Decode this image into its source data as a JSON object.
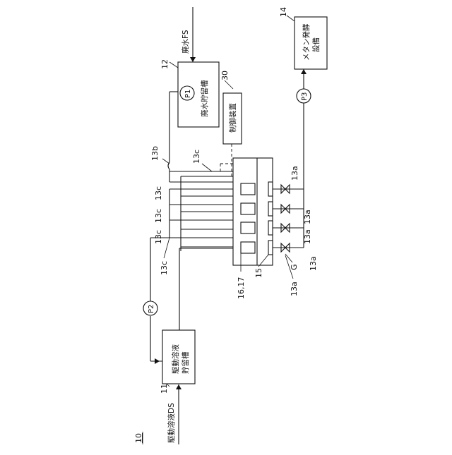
{
  "figure": {
    "system_ref": "10",
    "labels": {
      "ref_11": "11",
      "ref_12": "12",
      "ref_13a_1": "13a",
      "ref_13a_2": "13a",
      "ref_13a_3": "13a",
      "ref_13a_4": "13a",
      "ref_13a_5": "13a",
      "ref_13b": "13b",
      "ref_13c_1": "13c",
      "ref_13c_2": "13c",
      "ref_13c_3": "13c",
      "ref_13c_4": "13c",
      "ref_13c_5": "13c",
      "ref_14": "14",
      "ref_15": "15",
      "ref_1617": "16,17",
      "ref_30": "30",
      "ref_G": "G"
    },
    "texts": {
      "draw_solution_tank_line1": "駆動溶液",
      "draw_solution_tank_line2": "貯留槽",
      "wastewater_tank": "廃水貯留槽",
      "methane_line1": "メタン発酵",
      "methane_line2": "設備",
      "controller": "制御装置",
      "wastewater_inlet": "廃水FS",
      "draw_solution_inlet": "駆動溶液DS"
    },
    "pumps": {
      "p1": "P1",
      "p2": "P2",
      "p3": "P3"
    }
  }
}
